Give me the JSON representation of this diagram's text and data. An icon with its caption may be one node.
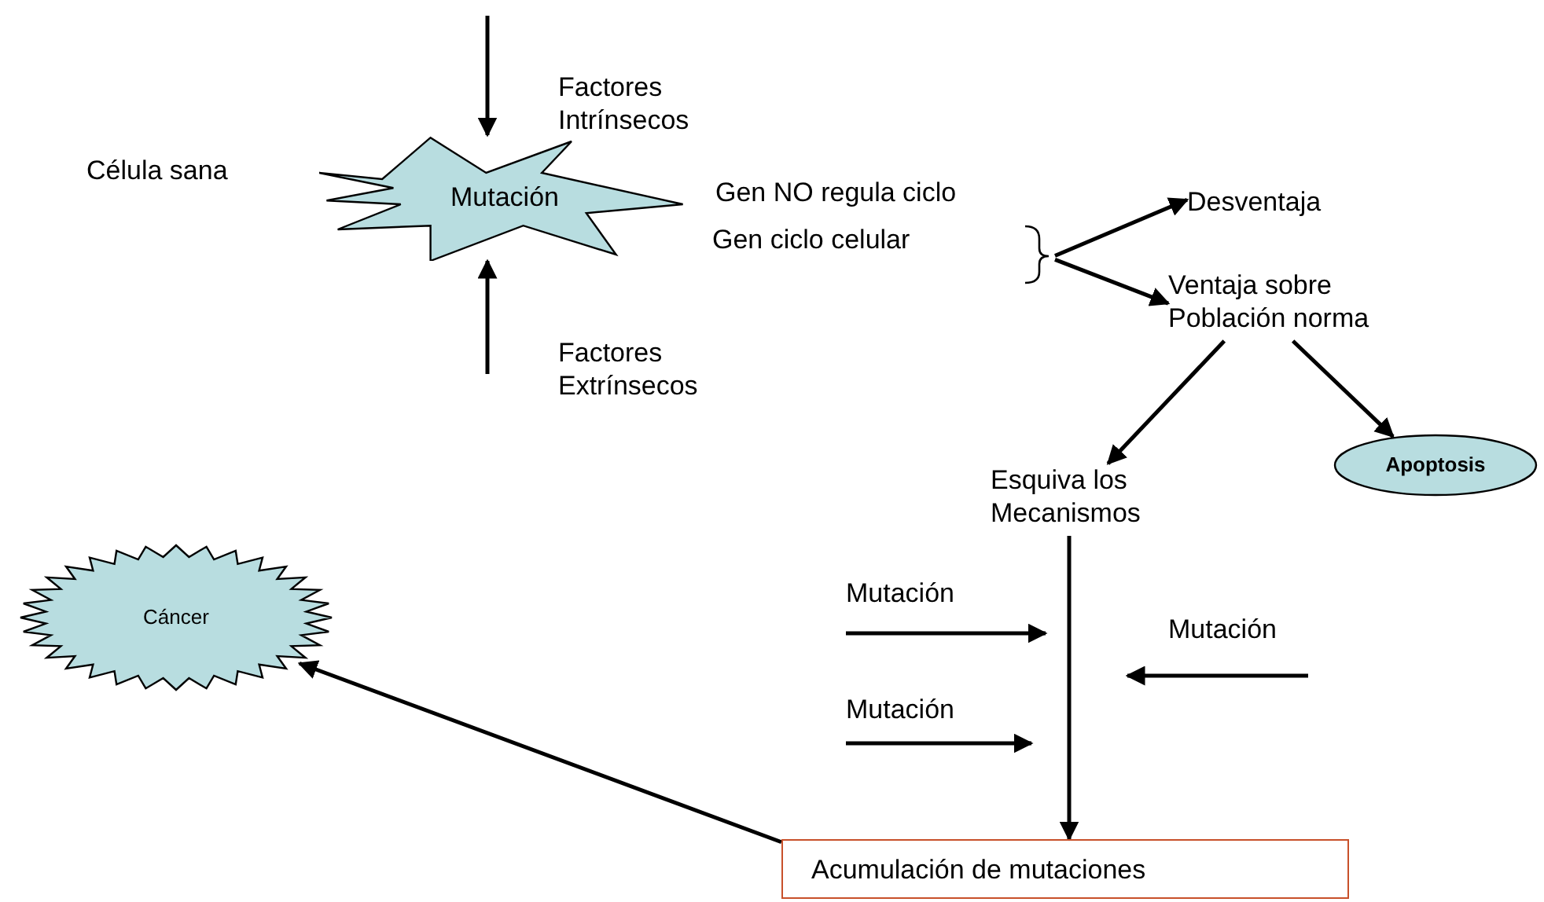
{
  "diagram": {
    "nodes": [
      {
        "text": [
          "Mutación"
        ]
      },
      {
        "text": [
          "Gen ciclo celular"
        ]
      },
      {
        "text": [
          "Desventaja"
        ]
      },
      {
        "text": [
          "Ventaja sobre Población norma"
        ]
      },
      {
        "text": [
          "Apoptosis"
        ]
      },
      {
        "text": [
          "Esquiva los Mecanismos"
        ]
      },
      {
        "text": [
          "Cáncer"
        ]
      },
      {
        "text": [
          "Acumulación de mutaciones"
        ]
      }
    ],
    "edges": [
      {
        "from": null,
        "to": 0,
        "arrow": "to",
        "label": "Factores Intrínsecos"
      },
      {
        "from": null,
        "to": 0,
        "arrow": "to",
        "label": "Factores Extrínsecos"
      },
      {
        "from": 1,
        "to": 2,
        "arrow": "to"
      },
      {
        "from": 1,
        "to": 3,
        "arrow": "to"
      },
      {
        "from": 3,
        "to": 5,
        "arrow": "to"
      },
      {
        "from": 3,
        "to": 4,
        "arrow": "to"
      },
      {
        "from": 5,
        "to": 7,
        "arrow": "to"
      },
      {
        "from": 7,
        "to": 6,
        "arrow": "to"
      }
    ],
    "labels": [
      "Célula sana",
      "Gen NO regula ciclo",
      "Mutación",
      "Mutación",
      "Mutación"
    ]
  }
}
